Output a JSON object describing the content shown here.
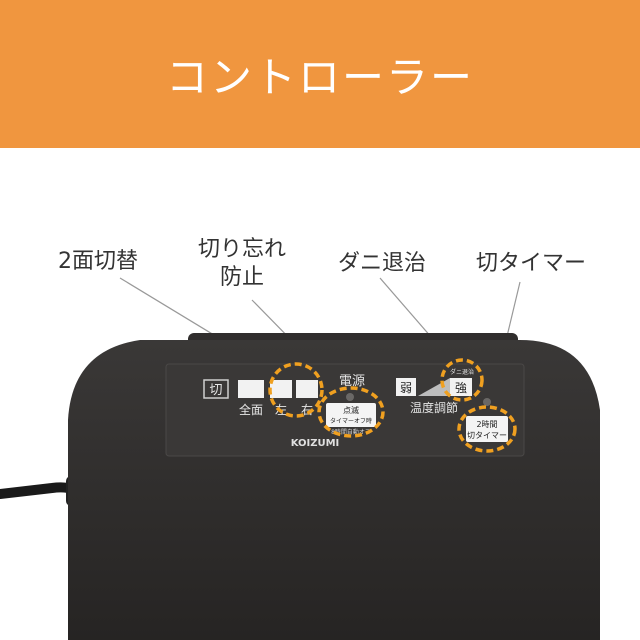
{
  "header": {
    "title": "コントローラー"
  },
  "callouts": {
    "dual_switch": "2面切替",
    "auto_off_line1": "切り忘れ",
    "auto_off_line2": "防止",
    "mite_treatment": "ダニ退治",
    "off_timer": "切タイマー"
  },
  "panel": {
    "off_label": "切",
    "all_label": "全面",
    "left_label": "左",
    "right_label": "右",
    "power_label": "電源",
    "blink_label_1": "点滅",
    "blink_label_2": "タイマーオフ時",
    "blink_label_3": "8時間自動オフ",
    "weak_label": "弱",
    "strong_label": "強",
    "mite_small_label": "ダニ退治",
    "temp_label": "温度調節",
    "timer_label_1": "2時間",
    "timer_label_2": "切タイマー",
    "brand": "KOIZUMI"
  },
  "colors": {
    "banner": "#f0963f",
    "highlight": "#f0a020",
    "device": "#2e2c2b"
  }
}
